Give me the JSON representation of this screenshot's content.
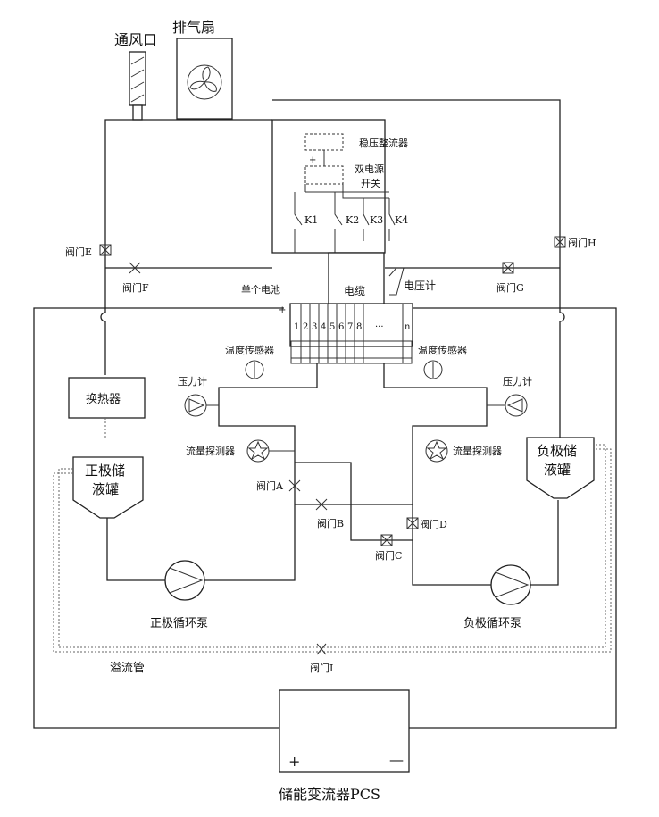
{
  "labels": {
    "vent": "通风口",
    "exhaust_fan": "排气扇",
    "regulator": "稳压整流器",
    "dual_power_l1": "双电源",
    "dual_power_l2": "开关",
    "k1": "K1",
    "k2": "K2",
    "k3": "K3",
    "k4": "K4",
    "valve_e": "阀门E",
    "valve_f": "阀门F",
    "valve_g": "阀门G",
    "valve_h": "阀门H",
    "valve_a": "阀门A",
    "valve_b": "阀门B",
    "valve_c": "阀门C",
    "valve_d": "阀门D",
    "valve_i": "阀门I",
    "single_cell": "单个电池",
    "cable": "电缆",
    "voltmeter": "电压计",
    "stack_cells": [
      "1",
      "2",
      "3",
      "4",
      "5",
      "6",
      "7",
      "8"
    ],
    "stack_dots": "···",
    "stack_n": "n",
    "temp_sensor_left": "温度传感器",
    "temp_sensor_right": "温度传感器",
    "pressure_left": "压力计",
    "pressure_right": "压力计",
    "heat_exchanger": "换热器",
    "flow_left": "流量探测器",
    "flow_right": "流量探测器",
    "pos_tank_l1": "正极储",
    "pos_tank_l2": "液罐",
    "neg_tank_l1": "负极储",
    "neg_tank_l2": "液罐",
    "pos_pump": "正极循环泵",
    "neg_pump": "负极循环泵",
    "overflow": "溢流管",
    "pcs": "储能变流器PCS",
    "plus": "+",
    "minus": "—"
  }
}
